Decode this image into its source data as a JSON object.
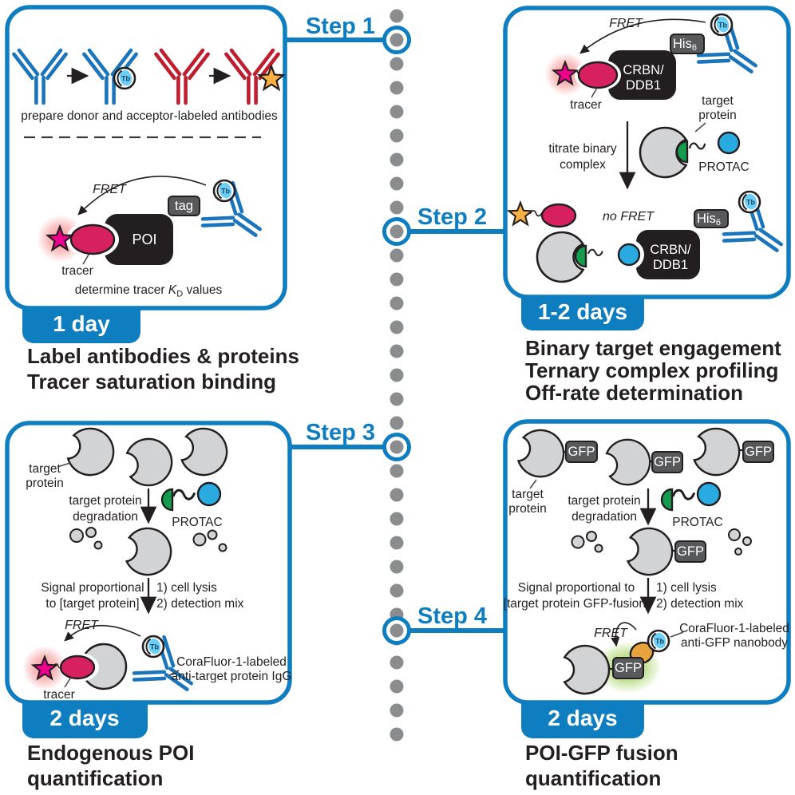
{
  "colors": {
    "blue": "#0E7EC1",
    "dot_grey": "#8A8C8E",
    "antibody_blue": "#1B75BC",
    "antibody_red": "#BE1E2D",
    "blob_black": "#231F20",
    "box_grey": "#58595B",
    "shape_grey": "#D2D3D5",
    "green": "#149C4E",
    "protac_blue": "#29ABE2",
    "tracer_magenta": "#D6205F",
    "star_pink": "#EC008C",
    "star_orange": "#FBB042",
    "tb_fill": "#6DCFF6",
    "glow_pink": "#F58E8E",
    "glow_green": "#90C83F",
    "nanobody_orange": "#E8A33D",
    "text_dark": "#231F20"
  },
  "shared": {
    "tb": "Tb",
    "fret": "FRET",
    "no_fret": "no FRET",
    "protac": "PROTAC",
    "tracer": "tracer",
    "gfp": "GFP",
    "his": "His",
    "his_sub": "6",
    "crbn_line1": "CRBN/",
    "crbn_line2": "DDB1",
    "target_line1": "target",
    "target_line2": "protein",
    "degrade_line1": "target protein",
    "degrade_line2": "degradation",
    "lysis": "1) cell lysis",
    "mix": "2) detection mix"
  },
  "steps": {
    "s1": "Step 1",
    "s2": "Step 2",
    "s3": "Step 3",
    "s4": "Step 4"
  },
  "panel1": {
    "caption": "prepare donor and acceptor-labeled antibodies",
    "tag": "tag",
    "poi": "POI",
    "kd_prefix": "determine tracer ",
    "kd_k": "K",
    "kd_sub": "D",
    "kd_suffix": " values",
    "badge": "1 day",
    "heading1": "Label antibodies & proteins",
    "heading2": "Tracer saturation binding"
  },
  "panel2": {
    "titrate_line1": "titrate binary",
    "titrate_line2": "complex",
    "badge": "1-2 days",
    "heading1": "Binary target engagement",
    "heading2": "Ternary complex profiling",
    "heading3": "Off-rate determination"
  },
  "panel3": {
    "signal_line1": "Signal proportional",
    "signal_line2": "to [target protein]",
    "cora_line1": "CoraFluor-1-labeled",
    "cora_line2": "anti-target protein IgG",
    "badge": "2 days",
    "heading1": "Endogenous POI",
    "heading2": "quantification"
  },
  "panel4": {
    "signal_line1": "Signal proportional to",
    "signal_line2": "[target protein GFP-fusion]",
    "cora_line1": "CoraFluor-1-labeled",
    "cora_line2": "anti-GFP nanobody",
    "badge": "2 days",
    "heading1": "POI-GFP fusion",
    "heading2": "quantification"
  }
}
